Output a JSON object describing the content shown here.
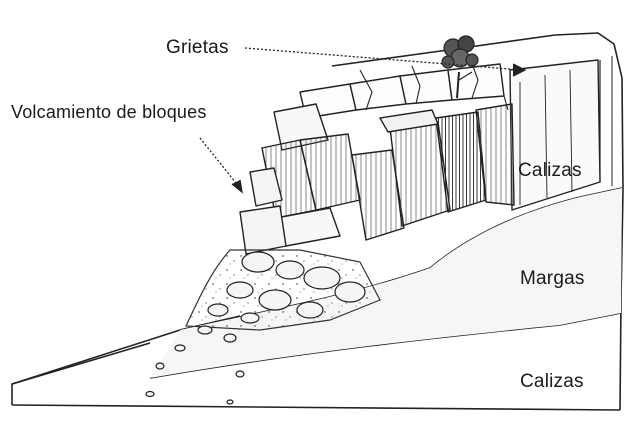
{
  "labels": {
    "grietas": "Grietas",
    "volcamiento": "Volcamiento de bloques",
    "calizas_top": "Calizas",
    "margas": "Margas",
    "calizas_bottom": "Calizas"
  }
}
